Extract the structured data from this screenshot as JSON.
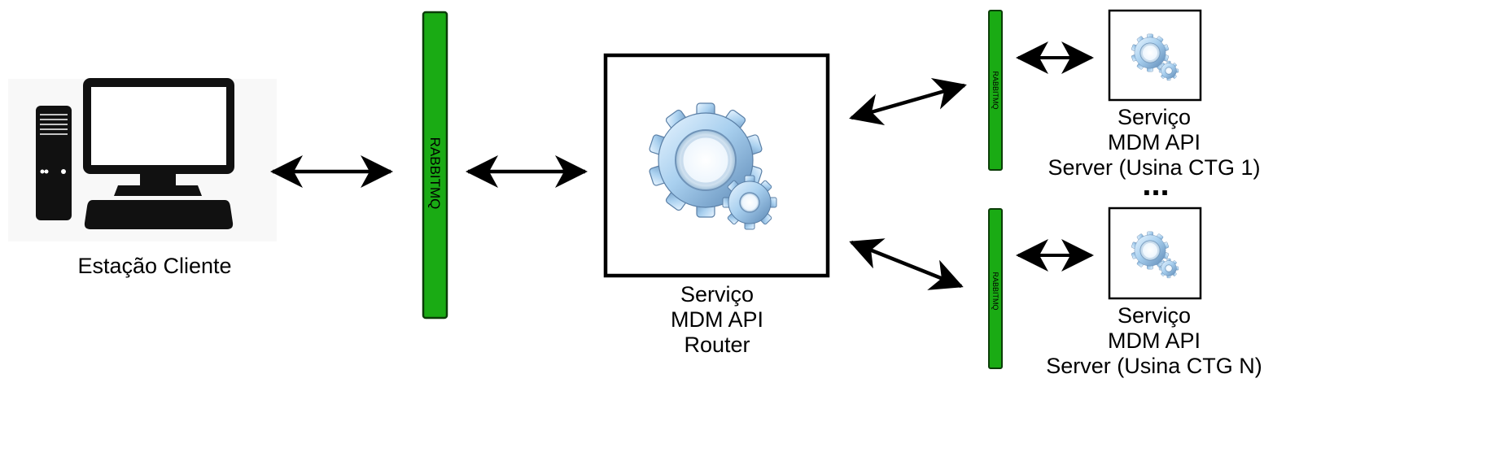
{
  "client": {
    "label": "Estação Cliente"
  },
  "queues": {
    "main": "RABBITMQ",
    "usina_1": "RABBITMQ",
    "usina_n": "RABBITMQ"
  },
  "router": {
    "lines": [
      "Serviço",
      "MDM API",
      "Router"
    ]
  },
  "servers": [
    {
      "lines": [
        "Serviço",
        "MDM API",
        "Server (Usina CTG 1)"
      ]
    },
    {
      "lines": [
        "Serviço",
        "MDM API",
        "Server (Usina CTG N)"
      ]
    }
  ],
  "ellipsis": "...",
  "colors": {
    "queue_fill": "#1aab14",
    "queue_stroke": "#0b3d08",
    "gear": "#9cc8ea",
    "stroke": "#000000"
  }
}
